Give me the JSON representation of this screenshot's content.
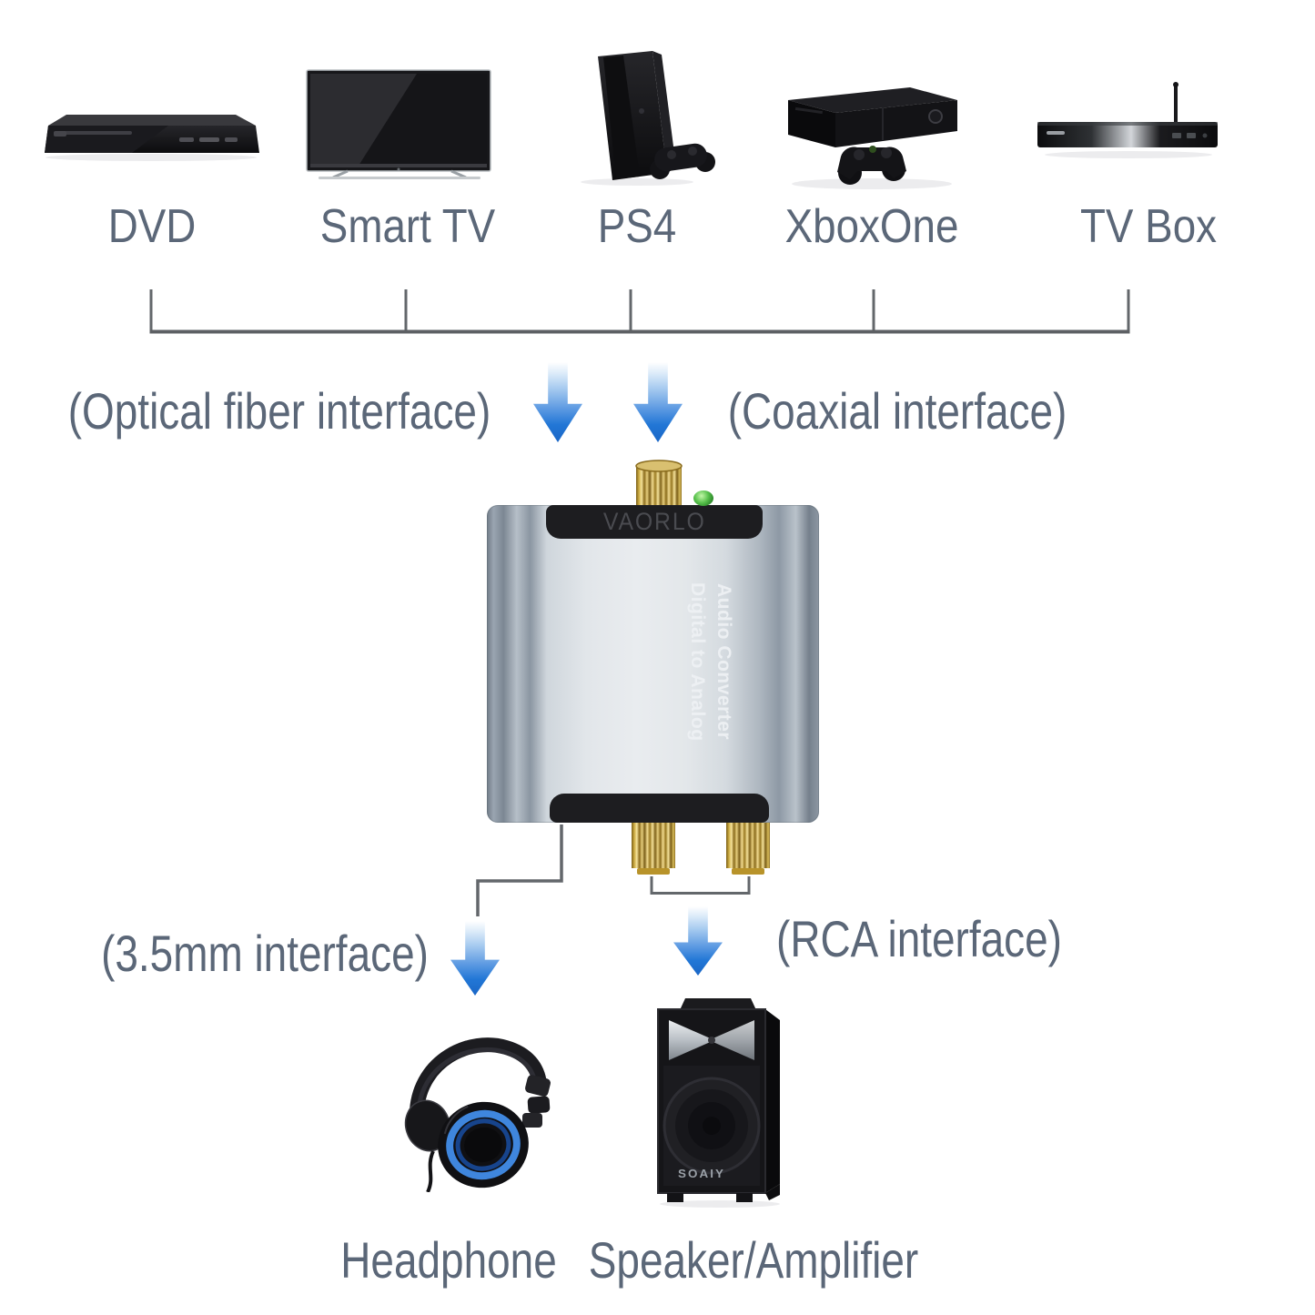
{
  "sources": {
    "items": [
      {
        "name": "dvd",
        "label": "DVD"
      },
      {
        "name": "smart-tv",
        "label": "Smart TV"
      },
      {
        "name": "ps4",
        "label": "PS4"
      },
      {
        "name": "xbox-one",
        "label": "XboxOne"
      },
      {
        "name": "tv-box",
        "label": "TV Box"
      }
    ]
  },
  "inputs": {
    "optical_label": "(Optical fiber interface)",
    "coaxial_label": "(Coaxial interface)"
  },
  "converter": {
    "brand": "VAORLO",
    "panel_text_line1": "Digital to Analog",
    "panel_text_line2": "Audio Converter"
  },
  "outputs": {
    "jack35_label": "(3.5mm interface)",
    "rca_label": "(RCA interface)"
  },
  "sinks": {
    "headphone_label": "Headphone",
    "speaker_label": "Speaker/Amplifier",
    "speaker_logo": "SOAIY"
  },
  "colors": {
    "label_text": "#5b6778",
    "connector_line": "#63676b",
    "arrow_blue": "#1d6fd2",
    "gold": "#caa93f",
    "led_green": "#57c04b",
    "device_black": "#1d1d20",
    "body_silver": "#e3e7ea"
  }
}
